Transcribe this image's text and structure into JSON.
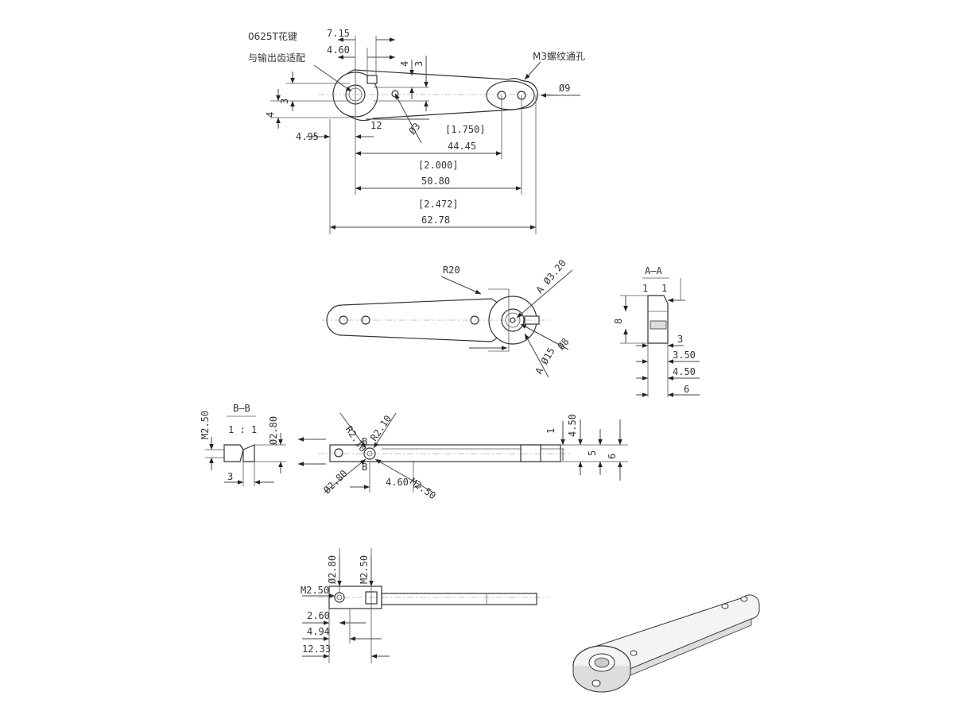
{
  "colors": {
    "line": "#444444",
    "text": "#333333",
    "iso_fill": "#f0f0f0",
    "background": "#ffffff"
  },
  "top_view": {
    "note_spline_1": "0625T花键",
    "note_spline_2": "与输出齿适配",
    "note_m3": "M3螺纹通孔",
    "d_7_15": "7.15",
    "d_4_60": "4.60",
    "d_4_top": "4",
    "d_3_top": "3",
    "d_3_left": "3",
    "d_4_left": "4",
    "d_12": "12",
    "d_dia3": "Ø3",
    "d_dia9": "Ø9",
    "d_4_95": "4.95",
    "d_1750_in": "[1.750]",
    "d_44_45": "44.45",
    "d_2000_in": "[2.000]",
    "d_50_80": "50.80",
    "d_2472_in": "[2.472]",
    "d_62_78": "62.78"
  },
  "front_view": {
    "d_r20": "R20",
    "d_a_dia3_20": "A Ø3.20",
    "d_dia8": "Ø8",
    "d_a_dia15": "A Ø15"
  },
  "section_aa": {
    "title": "A—A",
    "d_1a": "1",
    "d_1b": "1",
    "d_8": "8",
    "d_3": "3",
    "d_3_50": "3.50",
    "d_4_50": "4.50",
    "d_6": "6"
  },
  "section_bb": {
    "title": "B—B",
    "scale": "1 : 1",
    "d_m2_50": "M2.50",
    "d_dia2_80": "Ø2.80",
    "d_3": "3"
  },
  "side_view": {
    "d_r2_10a": "R2.10",
    "d_r2_10b": "R2.10",
    "d_b1": "B",
    "d_b2": "B",
    "d_dia2_80": "Ø2.80",
    "d_4_60": "4.60",
    "d_m2_50": "M2.50",
    "d_1": "1",
    "d_4_50": "4.50",
    "d_5": "5",
    "d_6": "6"
  },
  "bottom_view": {
    "d_dia2_80": "Ø2.80",
    "d_m2_50_v": "M2.50",
    "d_m2_50_h": "M2.50",
    "d_2_60": "2.60",
    "d_4_94": "4.94",
    "d_12_33": "12.33"
  }
}
